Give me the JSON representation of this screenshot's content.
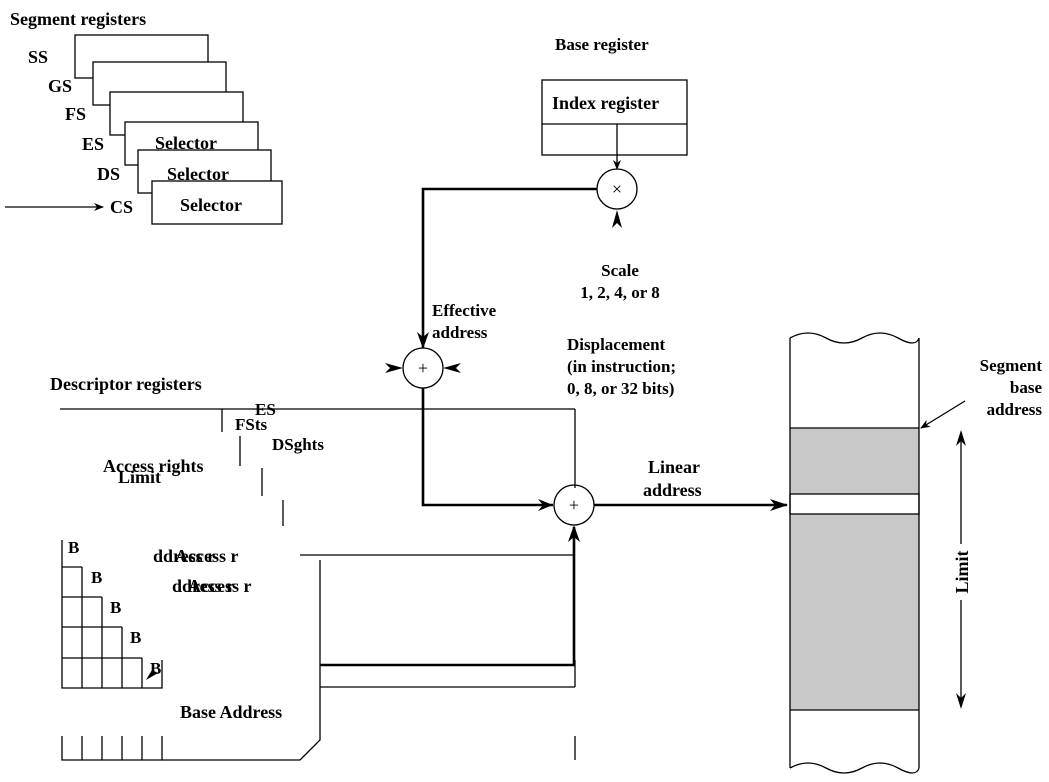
{
  "labels": {
    "segment_registers": "Segment registers",
    "base_register": "Base register",
    "index_register": "Index register",
    "descriptor_registers": "Descriptor registers",
    "effective_address_1": "Effective",
    "effective_address_2": "address",
    "scale_1": "Scale",
    "scale_2": "1, 2, 4, or 8",
    "displacement_1": "Displacement",
    "displacement_2": "(in instruction;",
    "displacement_3": "0, 8, or 32 bits)",
    "linear_address_1": "Linear",
    "linear_address_2": "address",
    "segment_base_1": "Segment",
    "segment_base_2": "base",
    "segment_base_3": "address",
    "limit": "Limit",
    "base_address": "Base Address",
    "multiply_symbol": "×",
    "plus_symbol": "+"
  },
  "segment_regs": [
    "SS",
    "GS",
    "FS",
    "ES",
    "DS",
    "CS"
  ],
  "selector_label": "Selector",
  "descriptor_overlaps": {
    "es": "ES",
    "fsts": "FSts",
    "dsghts": "DSghts",
    "access_rights": "Access rights",
    "limit": "Limit",
    "ddress_r_1": "ddress r",
    "access_r_1": "Access r",
    "ddress_r_2": "ddress r",
    "access_r_2": "Access r",
    "b": "B"
  }
}
